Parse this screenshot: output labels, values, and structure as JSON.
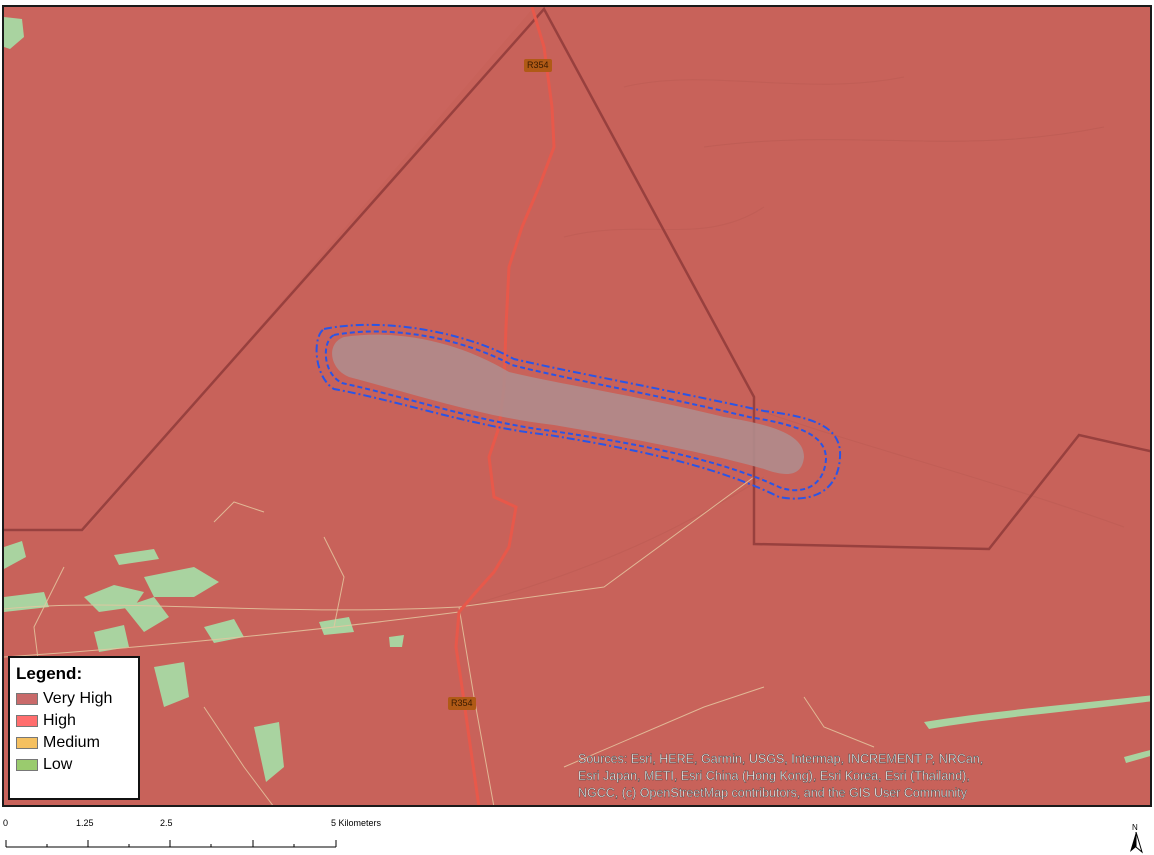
{
  "map": {
    "colors": {
      "very_high_fill": "#c8625a",
      "boundary": "#8f3b3a",
      "road": "#e8584a",
      "green_area": "#a9d3a0",
      "project_area": "#b08c8c",
      "buffer_line": "#2a55e6"
    },
    "road_labels": [
      "R354",
      "R354"
    ]
  },
  "legend": {
    "title": "Legend:",
    "items": [
      {
        "label": "Very High",
        "color": "#c96a6a"
      },
      {
        "label": "High",
        "color": "#ff6e6e"
      },
      {
        "label": "Medium",
        "color": "#f5c060"
      },
      {
        "label": "Low",
        "color": "#9acb6e"
      }
    ]
  },
  "attribution": {
    "lines": [
      "Sources: Esri, HERE, Garmin, USGS, Intermap, INCREMENT P, NRCan,",
      "Esri Japan, METI, Esri China (Hong Kong), Esri Korea, Esri (Thailand),",
      "NGCC, (c) OpenStreetMap contributors, and the GIS User Community"
    ]
  },
  "scalebar": {
    "ticks": [
      "0",
      "1.25",
      "2.5",
      "5 Kilometers"
    ]
  },
  "north_arrow": {
    "letter": "N"
  }
}
